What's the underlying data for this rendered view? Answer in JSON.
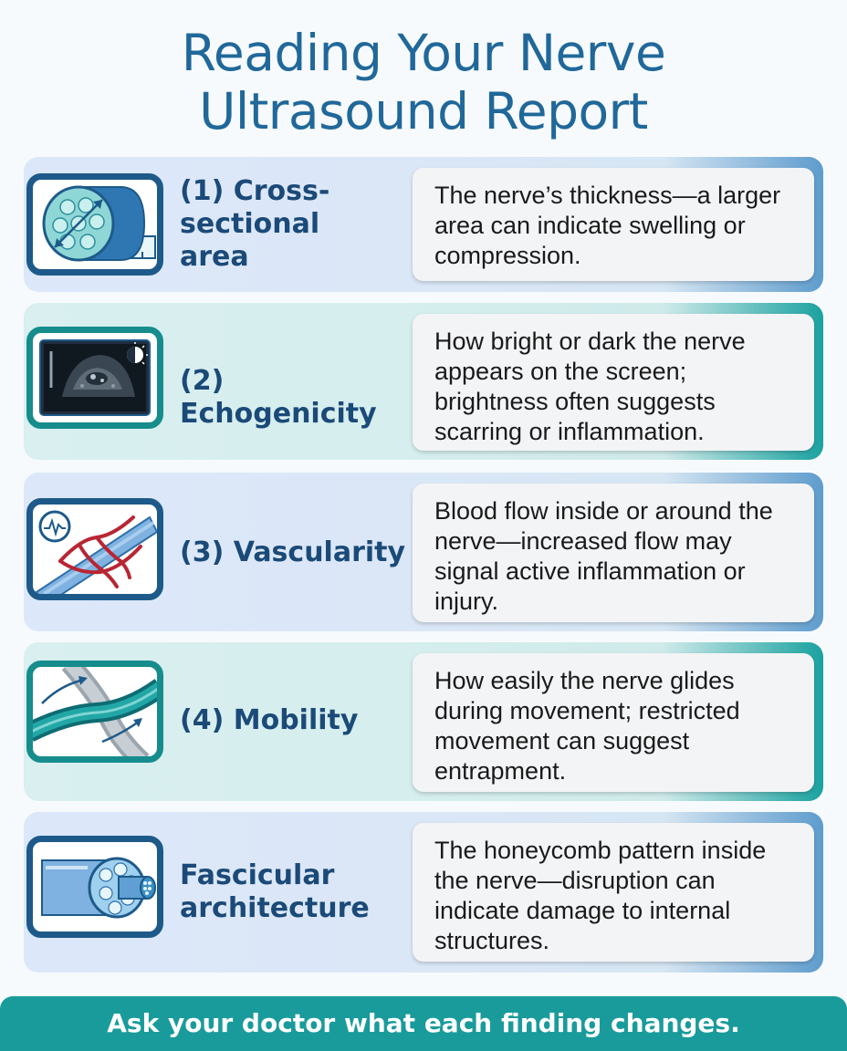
{
  "title": {
    "line1": "Reading Your Nerve",
    "line2": "Ultrasound Report"
  },
  "items": [
    {
      "label_lines": [
        "(1) Cross-",
        "sectional",
        "area"
      ],
      "description": "The nerve’s thickness—a larger area can indicate swelling or compression.",
      "icon": "nerve-cross-section-ruler-icon"
    },
    {
      "label_lines": [
        "(2) Echogenicity"
      ],
      "description": "How bright or dark the nerve appears on the screen; brightness often suggests scarring or inflammation.",
      "icon": "ultrasound-screen-icon"
    },
    {
      "label_lines": [
        "(3) Vascularity"
      ],
      "description": "Blood flow inside or around the nerve—increased flow may signal active inflammation or injury.",
      "icon": "blood-vessels-icon"
    },
    {
      "label_lines": [
        "(4) Mobility"
      ],
      "description": "How easily the nerve glides during movement; restricted movement can suggest entrapment.",
      "icon": "nerve-gliding-icon"
    },
    {
      "label_lines": [
        "Fascicular",
        "architecture"
      ],
      "description": "The honeycomb pattern inside the nerve—disruption can indicate damage to internal structures.",
      "icon": "fascicle-honeycomb-icon"
    }
  ],
  "footer": {
    "text": "Ask your doctor what each finding changes."
  },
  "colors": {
    "title": "#20689a",
    "label": "#1b4a78",
    "footer_bg": "#1a9b9b",
    "row_blue_accent": "#5e9ccd",
    "row_teal_accent": "#1aa2a0"
  }
}
